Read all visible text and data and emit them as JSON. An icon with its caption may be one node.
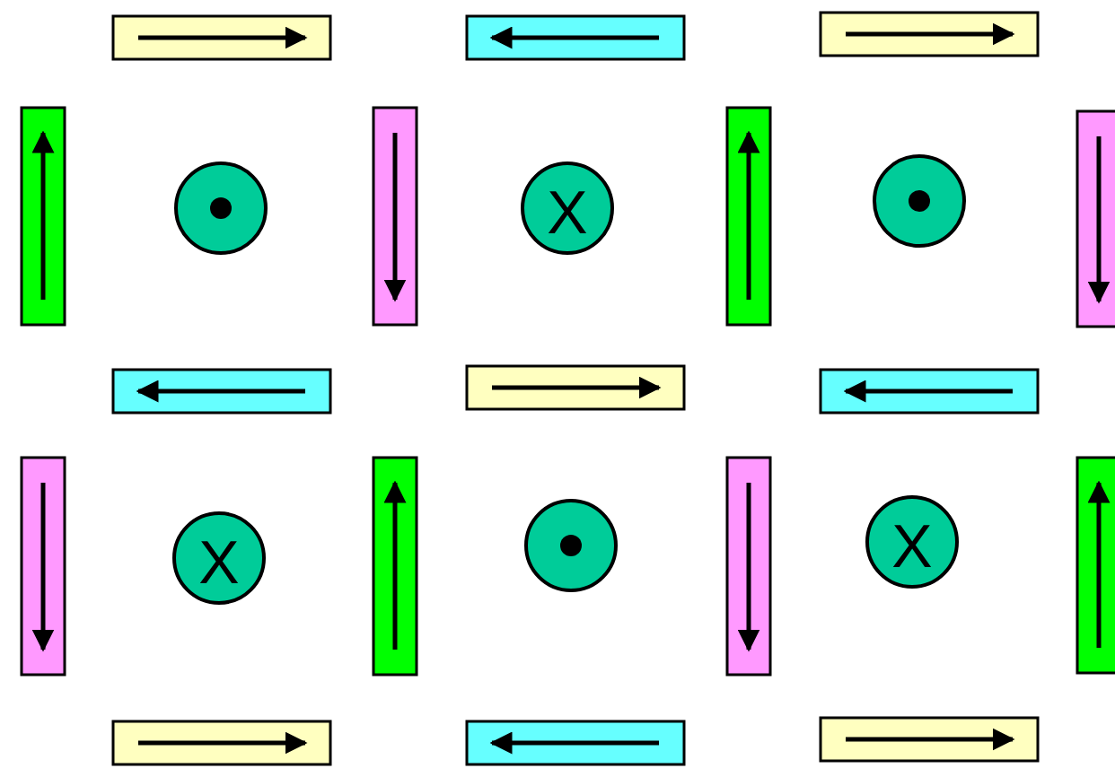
{
  "diagram": {
    "nodes": [
      {
        "text": [],
        "shape": "circle"
      },
      {
        "text": [
          "X"
        ]
      },
      {
        "text": [],
        "shape": "circle"
      },
      {
        "text": [
          "X"
        ]
      },
      {
        "text": [],
        "shape": "circle"
      },
      {
        "text": [
          "X"
        ]
      }
    ]
  }
}
